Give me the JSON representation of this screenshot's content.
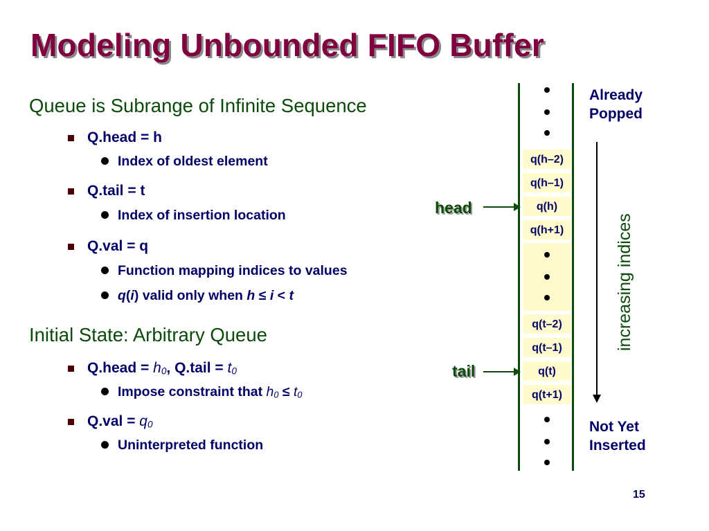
{
  "slide": {
    "title": "Modeling Unbounded FIFO Buffer",
    "page_number": "15"
  },
  "content": {
    "section1": {
      "heading": "Queue is Subrange of Infinite Sequence",
      "head_item": "Q.head = h",
      "head_sub": "Index of oldest element",
      "tail_item": "Q.tail = t",
      "tail_sub": "Index of insertion location",
      "val_item": "Q.val = q",
      "val_sub1": "Function mapping indices to values",
      "val_sub2": {
        "q": "q",
        "open": "(",
        "i": "i",
        "close": ")",
        "mid": " valid only when ",
        "h": "h",
        "le": " ≤ ",
        "i2": "i",
        "lt": " < ",
        "t": "t"
      }
    },
    "section2": {
      "heading": "Initial State: Arbitrary Queue",
      "item1": {
        "pre": "Q.head = ",
        "h": "h",
        "h_sub": "0",
        "mid": ", Q.tail = ",
        "t": "t",
        "t_sub": "0"
      },
      "item1_sub": {
        "pre": "Impose constraint that ",
        "h": "h",
        "h_sub": "0",
        "le": "≤ ",
        "t": "t",
        "t_sub": "0"
      },
      "item2": {
        "pre": "Q.val = ",
        "q": "q",
        "q_sub": "0"
      },
      "item2_sub": "Uninterpreted function"
    }
  },
  "diagram": {
    "cells": [
      "q(h–2)",
      "q(h–1)",
      "q(h)",
      "q(h+1)",
      "q(t–2)",
      "q(t–1)",
      "q(t)",
      "q(t+1)"
    ],
    "already_popped": [
      "Already",
      "Popped"
    ],
    "not_yet_inserted": [
      "Not Yet",
      "Inserted"
    ],
    "head_label": "head",
    "tail_label": "tail",
    "direction_label": "increasing indices",
    "colors": {
      "title": "#800040",
      "heading": "#0b4a0b",
      "body": "#000066",
      "cell_fill": "#fffbcc"
    }
  }
}
